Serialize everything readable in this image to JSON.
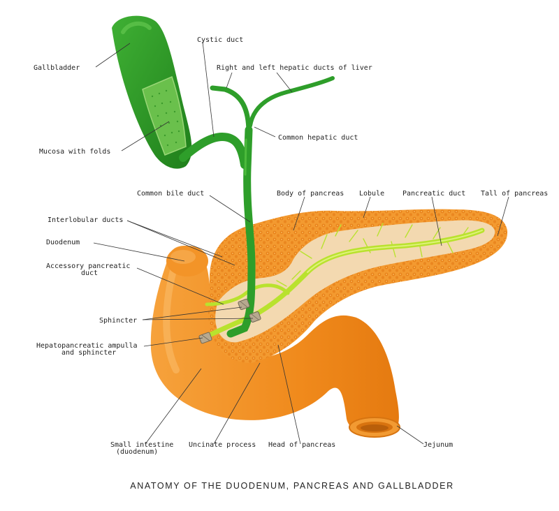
{
  "colors": {
    "organ_green": "#2e9e2a",
    "organ_green_dark": "#1f7a1c",
    "organ_green_light": "#4cba3c",
    "duct_yellow": "#b9e22e",
    "duct_yellow_light": "#d6f06a",
    "pancreas_orange": "#f3952a",
    "pancreas_spot": "#e07b12",
    "intestine_orange": "#f08a1c",
    "intestine_light": "#f7b04c",
    "interior_beige": "#f3d9b0",
    "label_text": "#222222"
  },
  "labels": {
    "gallbladder": "Gallbladder",
    "cystic_duct": "Cystic duct",
    "hepatic_ducts": "Right and left hepatic ducts of liver",
    "common_hepatic_duct": "Common hepatic duct",
    "mucosa": "Mucosa with folds",
    "common_bile_duct": "Common  bile duct",
    "body_of_pancreas": "Body of pancreas",
    "lobule": "Lobule",
    "pancreatic_duct": "Pancreatic duct",
    "tail_of_pancreas": "Tall of pancreas",
    "interlobular_ducts": "Interlobular ducts",
    "duodenum": "Duodenum",
    "accessory_duct_line1": "Accessory pancreatic",
    "accessory_duct_line2": "duct",
    "sphincter": "Sphincter",
    "ampulla_line1": "Hepatopancreatic ampulla",
    "ampulla_line2": "and sphincter",
    "small_intestine_line1": "Small intestine",
    "small_intestine_line2": "(duodenum)",
    "uncinate_process": "Uncinate process",
    "head_of_pancreas": "Head of pancreas",
    "jejunum": "Jejunum"
  },
  "caption": "ANATOMY OF THE DUODENUM,  PANCREAS AND GALLBLADDER"
}
